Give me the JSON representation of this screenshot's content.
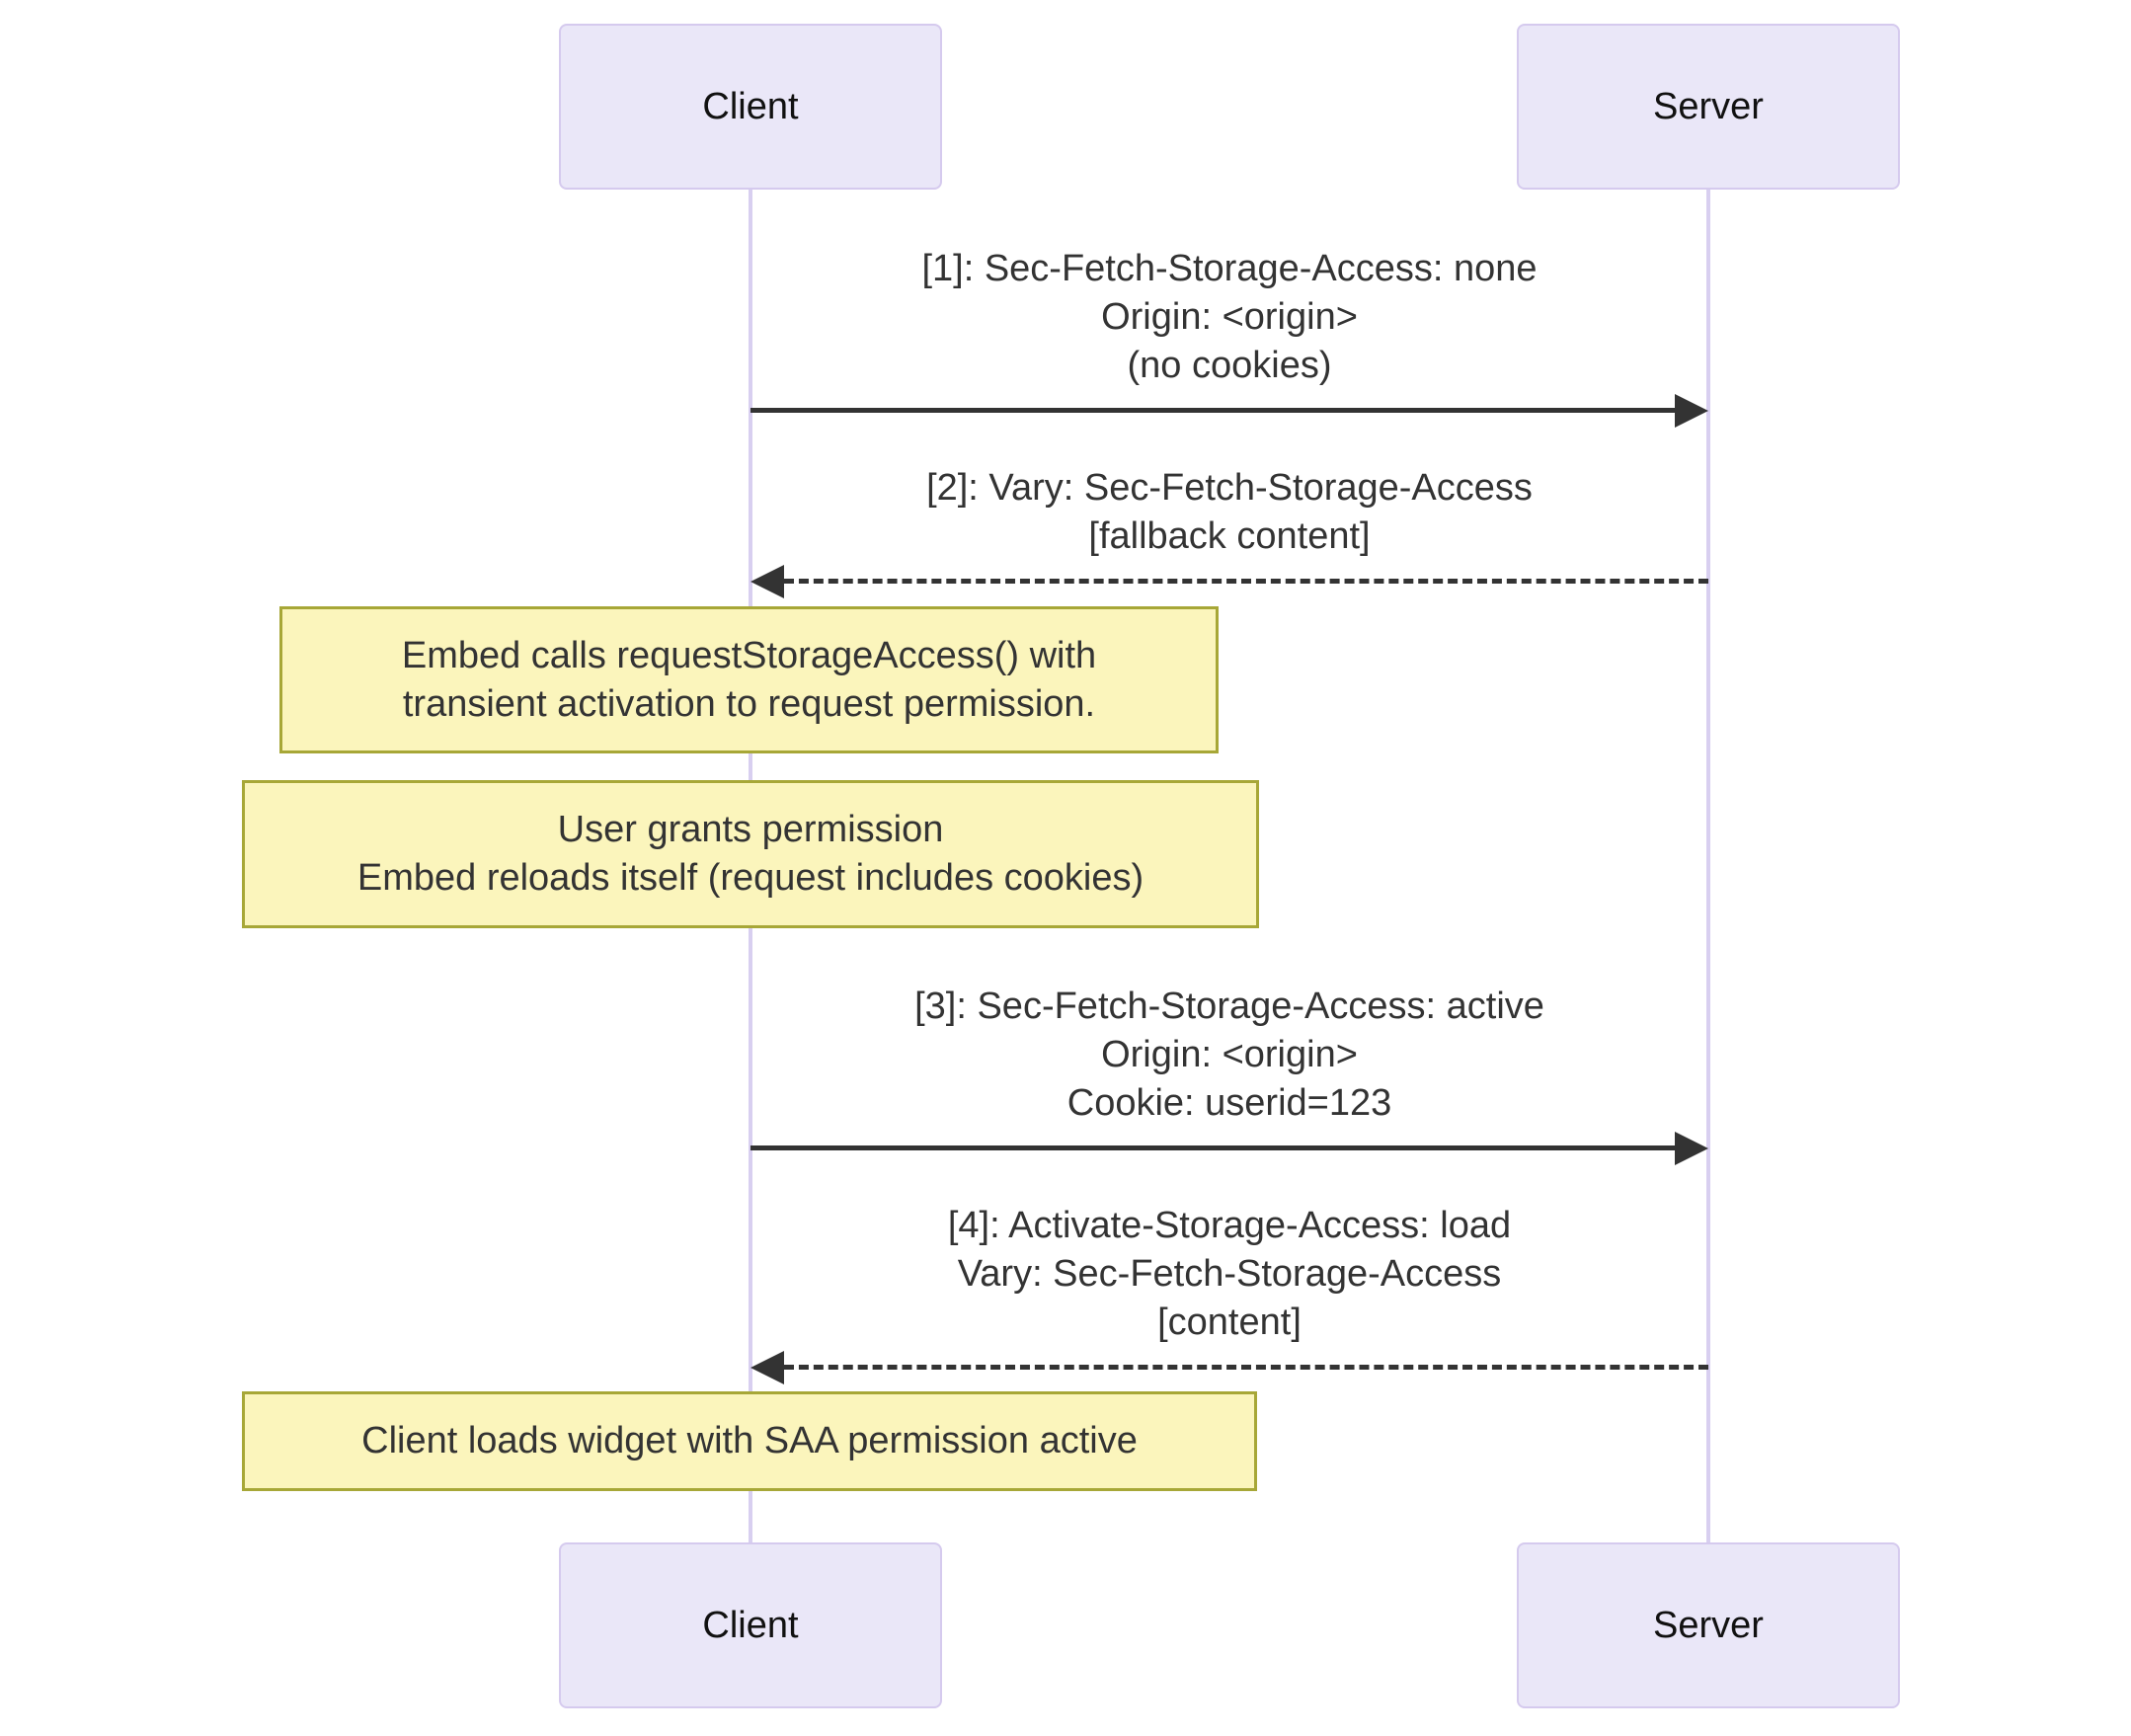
{
  "diagram": {
    "type": "sequence",
    "actors": [
      {
        "id": "client",
        "label": "Client"
      },
      {
        "id": "server",
        "label": "Server"
      }
    ],
    "messages": [
      {
        "seq": 1,
        "from": "client",
        "to": "server",
        "line_style": "solid",
        "lines": [
          "[1]: Sec-Fetch-Storage-Access: none",
          "Origin: <origin>",
          "(no cookies)"
        ]
      },
      {
        "seq": 2,
        "from": "server",
        "to": "client",
        "line_style": "dashed",
        "lines": [
          "[2]: Vary: Sec-Fetch-Storage-Access",
          "[fallback content]"
        ]
      },
      {
        "seq": 3,
        "from": "client",
        "to": "server",
        "line_style": "solid",
        "lines": [
          "[3]: Sec-Fetch-Storage-Access: active",
          "Origin: <origin>",
          "Cookie: userid=123"
        ]
      },
      {
        "seq": 4,
        "from": "server",
        "to": "client",
        "line_style": "dashed",
        "lines": [
          "[4]: Activate-Storage-Access: load",
          "Vary: Sec-Fetch-Storage-Access",
          "[content]"
        ]
      }
    ],
    "notes": [
      {
        "lines": [
          "Embed calls requestStorageAccess() with",
          "transient activation to request permission."
        ]
      },
      {
        "lines": [
          "User grants permission",
          "Embed reloads itself (request includes cookies)"
        ]
      },
      {
        "lines": [
          "Client loads widget with SAA permission active"
        ]
      }
    ]
  },
  "colors": {
    "page-bg": "#ffffff",
    "actor-fill": "#eae7f8",
    "actor-border": "#d5caee",
    "lifeline-color": "#d8cff0",
    "arrow-color": "#333333",
    "note-fill": "#fbf5bc",
    "note-border": "#a7a737",
    "text-color": "#333333"
  }
}
